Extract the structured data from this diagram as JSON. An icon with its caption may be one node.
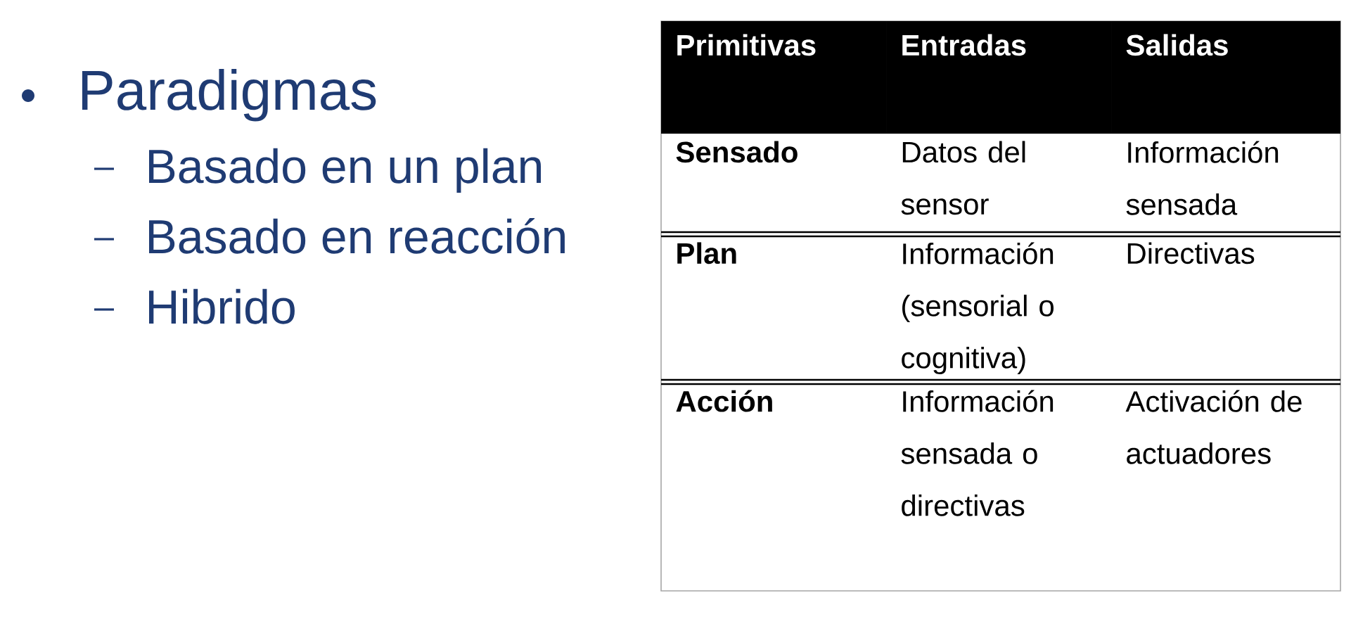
{
  "diagram": {
    "labels": [
      "Paradigmas",
      "Basado en un plan",
      "Basado en reacción",
      "Hibrido",
      "Primitivas",
      "Entradas",
      "Salidas",
      "Sensado",
      "Datos del sensor",
      "Información sensada",
      "Plan",
      "Información (sensorial o cognitiva)",
      "Directivas",
      "Acción",
      "Información sensada o directivas",
      "Activación de actuadores"
    ]
  }
}
